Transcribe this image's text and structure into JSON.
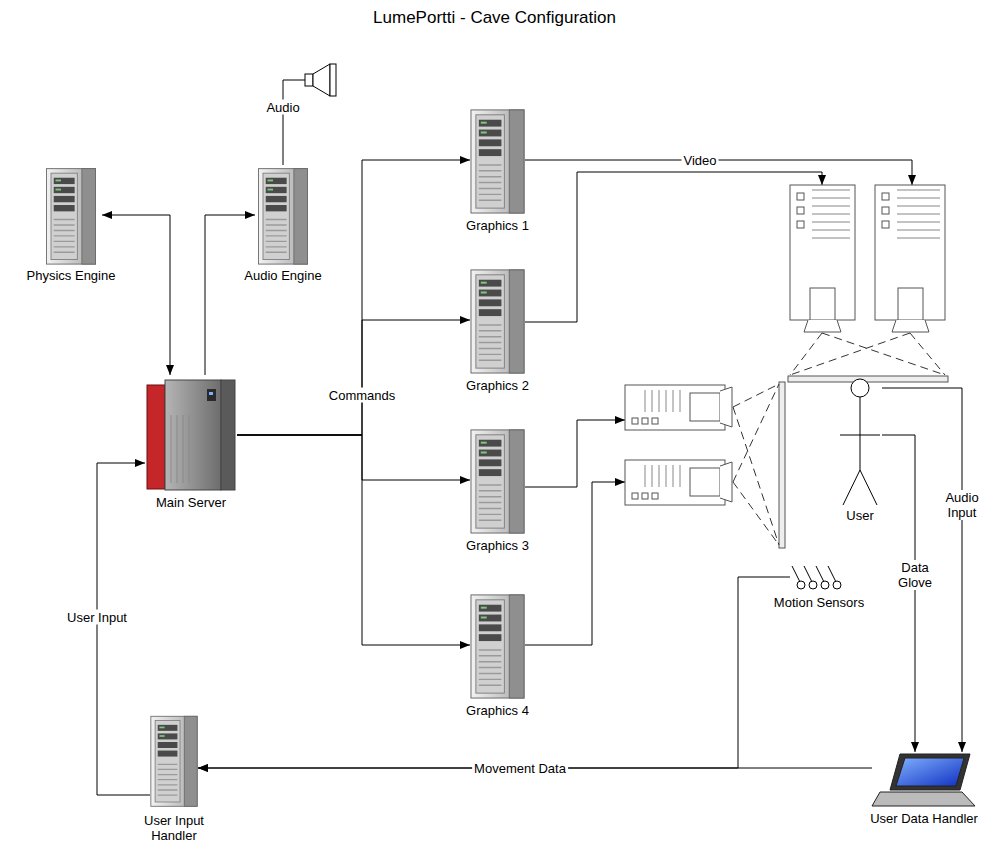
{
  "diagram": {
    "title": "LumePortti - Cave Configuration",
    "nodes": [
      {
        "text": [
          "Physics Engine"
        ]
      },
      {
        "text": [
          "Audio Engine"
        ]
      },
      {
        "text": [
          "Graphics 1"
        ]
      },
      {
        "text": [
          "Graphics 2"
        ]
      },
      {
        "text": [
          "Graphics 3"
        ]
      },
      {
        "text": [
          "Graphics 4"
        ]
      },
      {
        "text": [
          "Main Server"
        ]
      },
      {
        "text": [
          "User"
        ]
      },
      {
        "text": [
          "Motion Sensors"
        ]
      },
      {
        "text": [
          "User Input Handler"
        ]
      },
      {
        "text": [
          "User Data Handler"
        ]
      }
    ],
    "edges": [
      {
        "from": 0,
        "to": 6,
        "arrow": "both"
      },
      {
        "from": 6,
        "to": 1,
        "arrow": "to"
      },
      {
        "from": 6,
        "to": 2,
        "label": "Commands",
        "arrow": "to"
      },
      {
        "from": 6,
        "to": 3,
        "arrow": "to"
      },
      {
        "from": 6,
        "to": 4,
        "arrow": "to"
      },
      {
        "from": 6,
        "to": 5,
        "arrow": "to"
      },
      {
        "from": 9,
        "to": 6,
        "label": "User Input",
        "arrow": "to"
      },
      {
        "from": 8,
        "to": 9,
        "arrow": "to"
      },
      {
        "from": 10,
        "to": 9,
        "label": "Movement Data",
        "arrow": "to"
      },
      {
        "from": 7,
        "to": 10,
        "label": "Data Glove",
        "arrow": "to"
      },
      {
        "from": 7,
        "to": 10,
        "label": "Audio Input",
        "arrow": "to"
      }
    ],
    "labels": [
      "Audio",
      "Video"
    ]
  }
}
